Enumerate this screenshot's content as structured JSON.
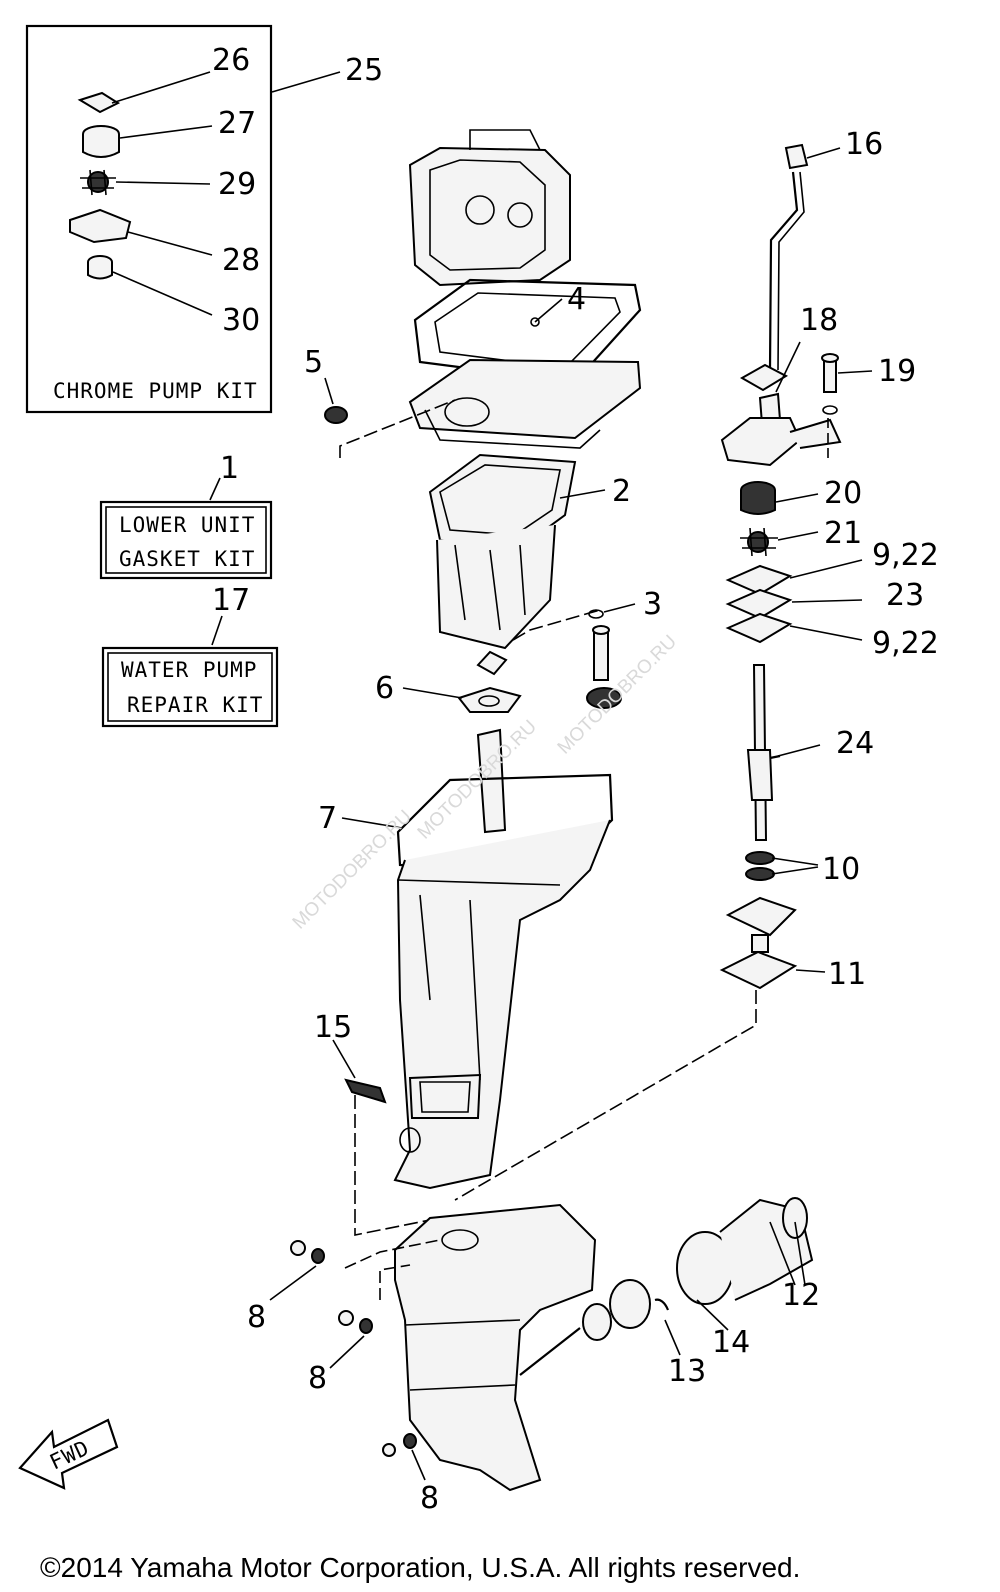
{
  "diagram": {
    "kit_boxes": {
      "chrome_pump_kit": "CHROME PUMP KIT",
      "lower_unit_gasket_kit_line1": "LOWER UNIT",
      "lower_unit_gasket_kit_line2": "GASKET KIT",
      "water_pump_repair_kit_line1": "WATER PUMP",
      "water_pump_repair_kit_line2": "REPAIR KIT"
    },
    "callouts": {
      "n1": "1",
      "n2": "2",
      "n3": "3",
      "n4": "4",
      "n5": "5",
      "n6": "6",
      "n7": "7",
      "n8a": "8",
      "n8b": "8",
      "n8c": "8",
      "n9_22a": "9,22",
      "n9_22b": "9,22",
      "n10": "10",
      "n11": "11",
      "n12": "12",
      "n13": "13",
      "n14": "14",
      "n15": "15",
      "n16": "16",
      "n17": "17",
      "n18": "18",
      "n19": "19",
      "n20": "20",
      "n21": "21",
      "n23": "23",
      "n24": "24",
      "n25": "25",
      "n26": "26",
      "n27": "27",
      "n28": "28",
      "n29": "29",
      "n30": "30"
    },
    "fwd_label": "FWD",
    "watermarks": [
      "MOTODOBRO.RU",
      "MOTODOBRO.RU",
      "MOTODOBRO.RU"
    ],
    "copyright": "©2014 Yamaha Motor Corporation, U.S.A. All rights reserved."
  }
}
